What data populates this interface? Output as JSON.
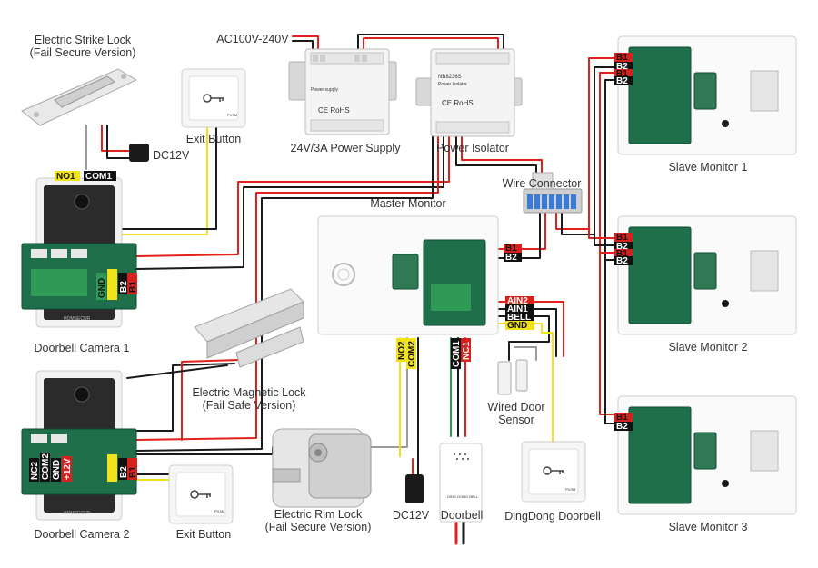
{
  "colors": {
    "red": "#e3201b",
    "black": "#1a1a1a",
    "yellow": "#f2e21a",
    "gray": "#9a9a9a",
    "pcb_green": "#1f6f4a",
    "terminal_green": "#2f9a55",
    "label_black_bg": "#111111",
    "label_red_bg": "#d8211c",
    "label_yellow_bg": "#f2e21a"
  },
  "labels": {
    "strike_lock_line1": "Electric Strike Lock",
    "strike_lock_line2": "(Fail Secure Version)",
    "ac_input": "AC100V-240V",
    "exit_button_top": "Exit Button",
    "dc12v_top": "DC12V",
    "power_supply": "24V/3A Power Supply",
    "power_isolator": "Power Isolator",
    "wire_connector": "Wire Connector",
    "master_monitor": "Master Monitor",
    "slave_monitor_1": "Slave Monitor 1",
    "slave_monitor_2": "Slave Monitor 2",
    "slave_monitor_3": "Slave Monitor 3",
    "doorbell_camera_1": "Doorbell Camera 1",
    "doorbell_camera_2": "Doorbell Camera 2",
    "magnetic_lock_line1": "Electric Magnetic Lock",
    "magnetic_lock_line2": "(Fail Safe Version)",
    "rim_lock_line1": "Electric Rim Lock",
    "rim_lock_line2": "(Fail Secure Version)",
    "dc12v_bottom": "DC12V",
    "doorbell": "Doorbell",
    "wired_door_sensor_line1": "Wired Door",
    "wired_door_sensor_line2": "Sensor",
    "dingdong_doorbell": "DingDong Doorbell",
    "exit_button_bottom": "Exit Button"
  },
  "terminals": {
    "no1": "NO1",
    "com1": "COM1",
    "b1": "B1",
    "b2": "B2",
    "gnd": "GND",
    "v12": "+12V",
    "nc2": "NC2",
    "com2": "COM2",
    "no2": "NO2",
    "ain2": "AIN2",
    "ain1": "AIN1",
    "bell": "BELL",
    "nc1": "NC1"
  },
  "device_text": {
    "power_supply_brand": "Power supply",
    "isolator_model": "NB8236S",
    "isolator_name": "Power Isolator",
    "ce_rohs": "CE RoHS",
    "camera_brand": "HOMSECUR",
    "exit_brand": "PVSM",
    "chime_brand": "DING DONG BELL"
  }
}
